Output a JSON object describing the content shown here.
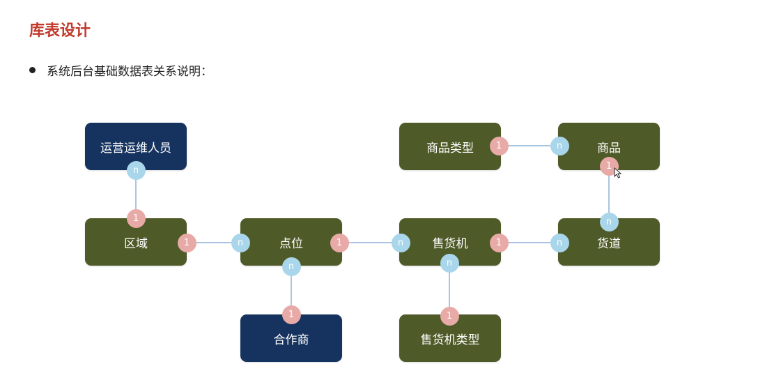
{
  "header": {
    "title": "库表设计"
  },
  "intro": {
    "text": "系统后台基础数据表关系说明："
  },
  "entities": {
    "ops_staff": "运营运维人员",
    "region": "区域",
    "point": "点位",
    "partner": "合作商",
    "vending_machine": "售货机",
    "machine_type": "售货机类型",
    "product_type": "商品类型",
    "product": "商品",
    "channel": "货道"
  },
  "markers": {
    "one": "1",
    "many": "n"
  },
  "colors": {
    "title": "#c0392b",
    "olive_box": "#4e5a27",
    "navy_box": "#15335e",
    "one_marker": "#e8aaa6",
    "many_marker": "#a9d6ea",
    "line": "#8fb0d6"
  }
}
